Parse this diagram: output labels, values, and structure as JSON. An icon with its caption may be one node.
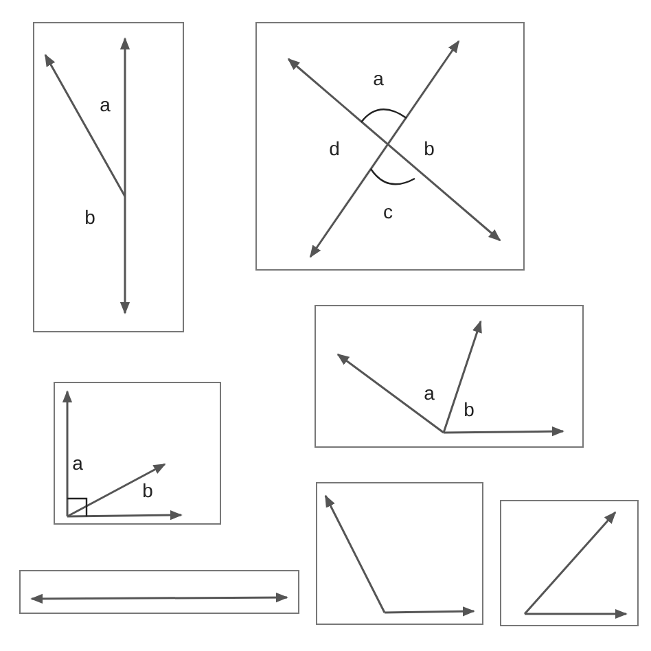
{
  "diagram": {
    "nodes": [
      {
        "text": [
          "a",
          "b"
        ]
      },
      {
        "text": [
          "a",
          "d",
          "b",
          "c"
        ]
      },
      {
        "text": [
          "a",
          "b"
        ]
      },
      {
        "text": [
          "a",
          "b"
        ]
      },
      {
        "text": [],
        "shape": "box"
      },
      {
        "text": [],
        "shape": "box"
      },
      {
        "text": [],
        "shape": "box"
      }
    ]
  }
}
